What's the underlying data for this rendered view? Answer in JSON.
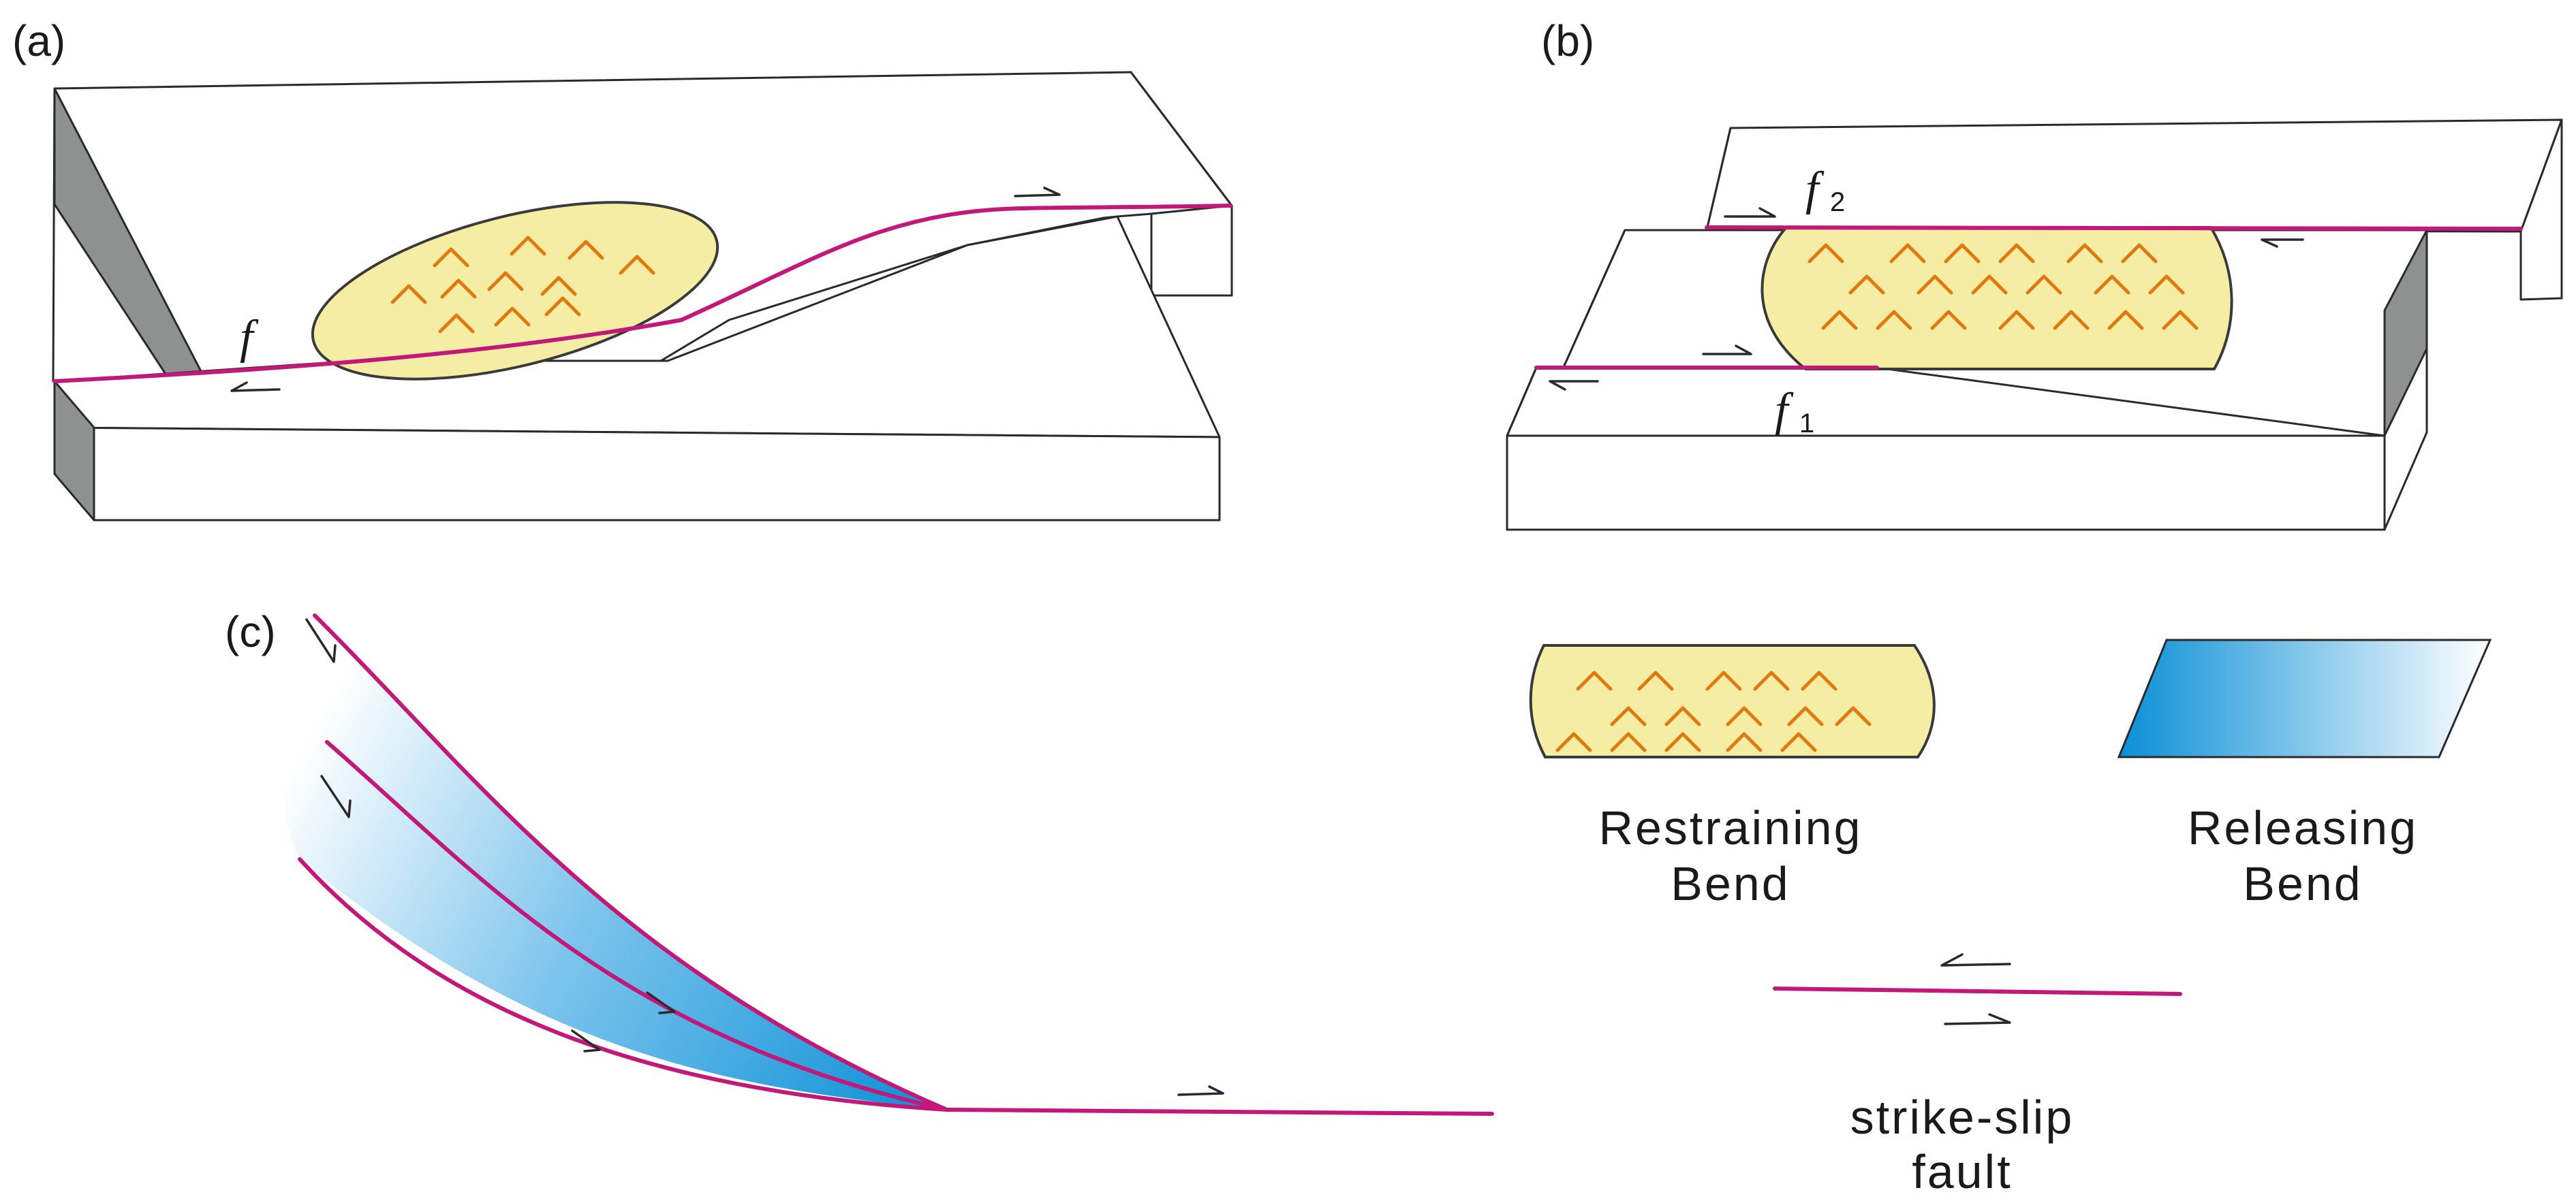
{
  "panels": {
    "a": {
      "label": "(a)",
      "fault_label": "f"
    },
    "b": {
      "label": "(b)",
      "fault_label_1": "f",
      "fault_sub_1": "1",
      "fault_label_2": "f",
      "fault_sub_2": "2"
    },
    "c": {
      "label": "(c)"
    }
  },
  "legend": {
    "restraining_line1": "Restraining",
    "restraining_line2": "Bend",
    "releasing_line1": "Releasing",
    "releasing_line2": "Bend",
    "fault_line1": "strike-slip",
    "fault_line2": "fault"
  },
  "colors": {
    "fault": "#c2187a",
    "restraining_fill": "#f6eda4",
    "chevron": "#e07a10",
    "releasing_dark": "#0a8fd6",
    "releasing_light": "#ffffff",
    "block_side_dark": "#8f9190"
  },
  "icons": {
    "chevron": "orange-chevron-icon",
    "half_arrow": "half-arrow-icon"
  }
}
